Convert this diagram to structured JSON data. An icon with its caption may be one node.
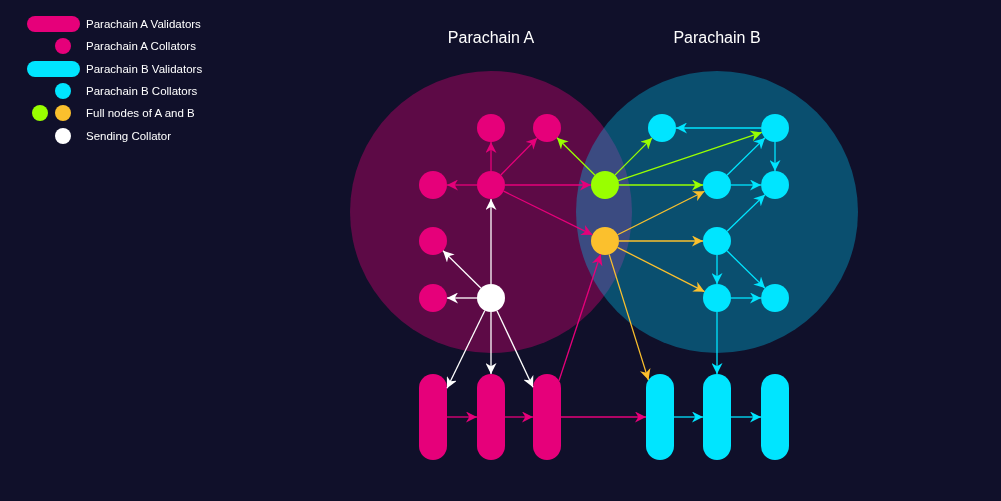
{
  "diagram": {
    "nodes": [
      {
        "text": [
          "Parachain A"
        ]
      },
      {
        "text": [
          "Parachain B"
        ]
      },
      {
        "text": [],
        "shape": "circle",
        "in": 0
      },
      {
        "text": [],
        "shape": "circle",
        "in": 0
      },
      {
        "text": [],
        "shape": "circle",
        "in": 1
      },
      {
        "text": [],
        "shape": "circle",
        "in": 1
      },
      {
        "text": [],
        "shape": "circle",
        "in": 0
      },
      {
        "text": [],
        "shape": "circle",
        "in": 0
      },
      {
        "text": [],
        "shape": "circle"
      },
      {
        "text": [],
        "shape": "circle",
        "in": 1
      },
      {
        "text": [],
        "shape": "circle",
        "in": 1
      },
      {
        "text": [],
        "shape": "circle",
        "in": 0
      },
      {
        "text": [],
        "shape": "circle"
      },
      {
        "text": [],
        "shape": "circle",
        "in": 1
      },
      {
        "text": [],
        "shape": "circle",
        "in": 0
      },
      {
        "text": [],
        "shape": "circle",
        "in": 0
      },
      {
        "text": [],
        "shape": "circle",
        "in": 1
      },
      {
        "text": [],
        "shape": "circle",
        "in": 1
      },
      {
        "text": [],
        "shape": "bar"
      },
      {
        "text": [],
        "shape": "bar"
      },
      {
        "text": [],
        "shape": "bar"
      },
      {
        "text": [],
        "shape": "bar"
      },
      {
        "text": [],
        "shape": "bar"
      },
      {
        "text": [],
        "shape": "bar"
      }
    ],
    "edges": [
      {
        "from": 7,
        "to": 2,
        "arrow": "to",
        "color": "#e6007a"
      },
      {
        "from": 7,
        "to": 3,
        "arrow": "to",
        "color": "#e6007a"
      },
      {
        "from": 7,
        "to": 6,
        "arrow": "to",
        "color": "#e6007a"
      },
      {
        "from": 7,
        "to": 8,
        "arrow": "to",
        "color": "#e6007a"
      },
      {
        "from": 7,
        "to": 12,
        "arrow": "to",
        "color": "#e6007a"
      },
      {
        "from": 15,
        "to": 7,
        "arrow": "to",
        "color": "#ffffff"
      },
      {
        "from": 15,
        "to": 11,
        "arrow": "to",
        "color": "#ffffff"
      },
      {
        "from": 15,
        "to": 14,
        "arrow": "to",
        "color": "#ffffff"
      },
      {
        "from": 15,
        "to": 18,
        "arrow": "to",
        "color": "#ffffff"
      },
      {
        "from": 15,
        "to": 19,
        "arrow": "to",
        "color": "#ffffff"
      },
      {
        "from": 15,
        "to": 20,
        "arrow": "to",
        "color": "#ffffff"
      },
      {
        "from": 8,
        "to": 3,
        "arrow": "to",
        "color": "#99ff00"
      },
      {
        "from": 8,
        "to": 4,
        "arrow": "to",
        "color": "#99ff00"
      },
      {
        "from": 8,
        "to": 5,
        "arrow": "to",
        "color": "#99ff00"
      },
      {
        "from": 8,
        "to": 9,
        "arrow": "to",
        "color": "#99ff00"
      },
      {
        "from": 12,
        "to": 9,
        "arrow": "to",
        "color": "#fbc02d"
      },
      {
        "from": 12,
        "to": 13,
        "arrow": "to",
        "color": "#fbc02d"
      },
      {
        "from": 12,
        "to": 16,
        "arrow": "to",
        "color": "#fbc02d"
      },
      {
        "from": 12,
        "to": 21,
        "arrow": "to",
        "color": "#fbc02d"
      },
      {
        "from": 20,
        "to": 12,
        "arrow": "to",
        "color": "#e6007a"
      },
      {
        "from": 5,
        "to": 4,
        "arrow": "to"
      },
      {
        "from": 5,
        "to": 10,
        "arrow": "to"
      },
      {
        "from": 9,
        "to": 5,
        "arrow": "to"
      },
      {
        "from": 9,
        "to": 10,
        "arrow": "to"
      },
      {
        "from": 13,
        "to": 10,
        "arrow": "to"
      },
      {
        "from": 13,
        "to": 16,
        "arrow": "to"
      },
      {
        "from": 13,
        "to": 17,
        "arrow": "to"
      },
      {
        "from": 16,
        "to": 17,
        "arrow": "to"
      },
      {
        "from": 16,
        "to": 22,
        "arrow": "to"
      },
      {
        "from": 18,
        "to": 19,
        "arrow": "to",
        "color": "#e6007a"
      },
      {
        "from": 19,
        "to": 20,
        "arrow": "to",
        "color": "#e6007a"
      },
      {
        "from": 20,
        "to": 21,
        "arrow": "to",
        "color": "#e6007a"
      },
      {
        "from": 21,
        "to": 22,
        "arrow": "to"
      },
      {
        "from": 22,
        "to": 23,
        "arrow": "to"
      }
    ],
    "legend": [
      {
        "text": "Parachain A Validators",
        "color": "#e6007a"
      },
      {
        "text": "Parachain A Collators",
        "color": "#e6007a"
      },
      {
        "text": "Parachain B Validators",
        "color": "#00e5ff"
      },
      {
        "text": "Parachain B Collators",
        "color": "#00e5ff"
      },
      {
        "text": "Full nodes of A and B"
      },
      {
        "text": "Sending Collator",
        "color": "#ffffff"
      }
    ]
  }
}
